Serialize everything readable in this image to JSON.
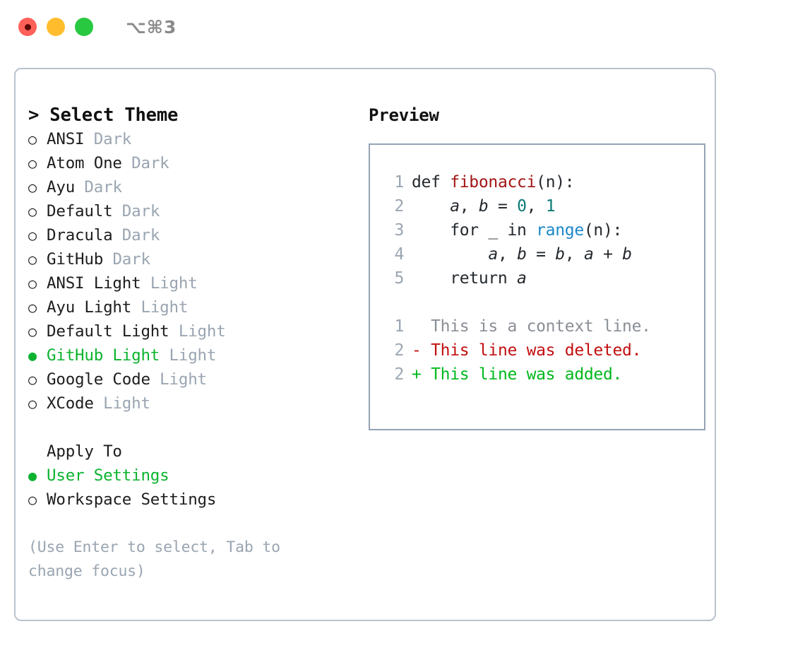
{
  "titlebar": {
    "shortcut": "⌥⌘3",
    "lights": [
      "close",
      "minimize",
      "maximize"
    ]
  },
  "theme_list": {
    "header": "> Select Theme",
    "items": [
      {
        "bullet": "○",
        "selected": false,
        "label": "ANSI",
        "tag": "Dark"
      },
      {
        "bullet": "○",
        "selected": false,
        "label": "Atom One",
        "tag": "Dark"
      },
      {
        "bullet": "○",
        "selected": false,
        "label": "Ayu",
        "tag": "Dark"
      },
      {
        "bullet": "○",
        "selected": false,
        "label": "Default",
        "tag": "Dark"
      },
      {
        "bullet": "○",
        "selected": false,
        "label": "Dracula",
        "tag": "Dark"
      },
      {
        "bullet": "○",
        "selected": false,
        "label": "GitHub",
        "tag": "Dark"
      },
      {
        "bullet": "○",
        "selected": false,
        "label": "ANSI Light",
        "tag": "Light"
      },
      {
        "bullet": "○",
        "selected": false,
        "label": "Ayu Light",
        "tag": "Light"
      },
      {
        "bullet": "○",
        "selected": false,
        "label": "Default Light",
        "tag": "Light"
      },
      {
        "bullet": "●",
        "selected": true,
        "label": "GitHub Light",
        "tag": "Light"
      },
      {
        "bullet": "○",
        "selected": false,
        "label": "Google Code",
        "tag": "Light"
      },
      {
        "bullet": "○",
        "selected": false,
        "label": "XCode",
        "tag": "Light"
      }
    ]
  },
  "apply_to": {
    "header": "Apply To",
    "items": [
      {
        "bullet": "●",
        "selected": true,
        "label": "User Settings"
      },
      {
        "bullet": "○",
        "selected": false,
        "label": "Workspace Settings"
      }
    ]
  },
  "hint": "(Use Enter to select, Tab to change focus)",
  "preview": {
    "title": "Preview",
    "code_lines": [
      {
        "number": "1",
        "tokens": [
          {
            "text": "def ",
            "kind": "plain"
          },
          {
            "text": "fibonacci",
            "kind": "function"
          },
          {
            "text": "(n):",
            "kind": "plain"
          }
        ]
      },
      {
        "number": "2",
        "tokens": [
          {
            "text": "    ",
            "kind": "plain"
          },
          {
            "text": "a",
            "kind": "variable"
          },
          {
            "text": ", ",
            "kind": "plain"
          },
          {
            "text": "b",
            "kind": "variable"
          },
          {
            "text": " = ",
            "kind": "plain"
          },
          {
            "text": "0",
            "kind": "number"
          },
          {
            "text": ", ",
            "kind": "plain"
          },
          {
            "text": "1",
            "kind": "number"
          }
        ]
      },
      {
        "number": "3",
        "tokens": [
          {
            "text": "    for _ in ",
            "kind": "plain"
          },
          {
            "text": "range",
            "kind": "call"
          },
          {
            "text": "(n):",
            "kind": "plain"
          }
        ]
      },
      {
        "number": "4",
        "tokens": [
          {
            "text": "        ",
            "kind": "plain"
          },
          {
            "text": "a",
            "kind": "variable"
          },
          {
            "text": ", ",
            "kind": "plain"
          },
          {
            "text": "b",
            "kind": "variable"
          },
          {
            "text": " = ",
            "kind": "plain"
          },
          {
            "text": "b",
            "kind": "variable"
          },
          {
            "text": ", ",
            "kind": "plain"
          },
          {
            "text": "a",
            "kind": "variable"
          },
          {
            "text": " + ",
            "kind": "plain"
          },
          {
            "text": "b",
            "kind": "variable"
          }
        ]
      },
      {
        "number": "5",
        "tokens": [
          {
            "text": "    return ",
            "kind": "plain"
          },
          {
            "text": "a",
            "kind": "variable"
          }
        ]
      }
    ],
    "diff_lines": [
      {
        "number": "1",
        "marker": "  ",
        "text": "This is a context line.",
        "kind": "context"
      },
      {
        "number": "2",
        "marker": "- ",
        "text": "This line was deleted.",
        "kind": "deleted"
      },
      {
        "number": "2",
        "marker": "+ ",
        "text": "This line was added.",
        "kind": "added"
      }
    ]
  },
  "colors": {
    "selected_green": "#0bb32e",
    "muted_gray": "#9aa5b1",
    "function_red": "#a31515",
    "number_teal": "#0b7a75",
    "call_blue": "#1b87c9",
    "diff_deleted": "#c20f0f",
    "diff_added": "#00b81c",
    "border": "#b9c2ce",
    "preview_border": "#95a3b5"
  }
}
